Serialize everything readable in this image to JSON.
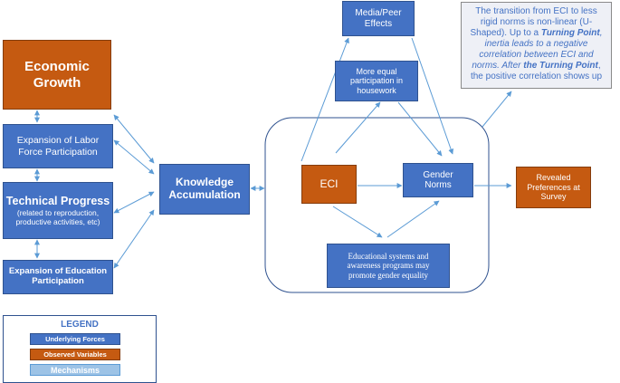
{
  "nodes": {
    "economic_growth": "Economic\nGrowth",
    "labor_force": "Expansion of Labor\nForce Participation",
    "technical_progress_title": "Technical Progress",
    "technical_progress_sub": "(related to reproduction,\nproductive activities, etc)",
    "education_expansion": "Expansion of Education\nParticipation",
    "knowledge_accumulation": "Knowledge\nAccumulation",
    "media_peer": "Media/Peer\nEffects",
    "housework": "More equal\nparticipation in\nhousework",
    "eci": "ECI",
    "gender_norms": "Gender\nNorms",
    "educational_systems": "Educational systems and\nawareness programs may\npromote gender equality",
    "revealed_preferences": "Revealed\nPreferences at\nSurvey"
  },
  "note": {
    "line1": "The transition from ECI to less rigid norms is non-linear (U-Shaped). Up to a ",
    "tp1": "Turning Point",
    "line2": ", inertia leads to a negative correlation between ECI and norms. After ",
    "tp2": "the Turning Point",
    "line3": ", the positive correlation shows up"
  },
  "legend": {
    "title": "LEGEND",
    "underlying": "Underlying Forces",
    "observed": "Observed Variables",
    "mechanisms": "Mechanisms"
  },
  "colors": {
    "underlying_forces": "#4472c4",
    "observed_variables": "#c55a11",
    "mechanisms": "#9dc3e6",
    "arrows": "#5b9bd5"
  }
}
